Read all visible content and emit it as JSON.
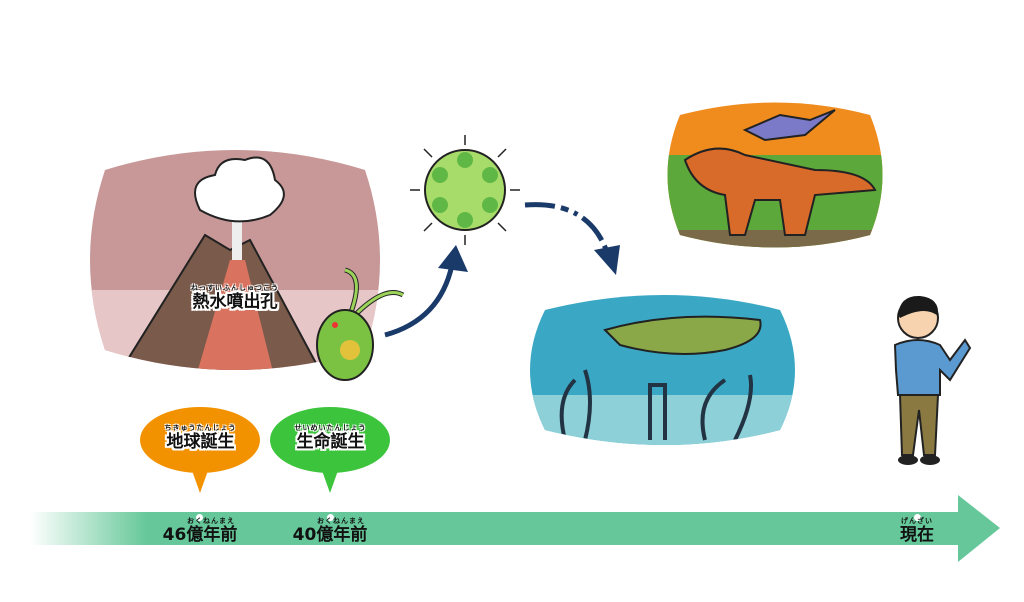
{
  "title": "生命の誕生と進化の年表",
  "volcano": {
    "label": "熱水噴出孔",
    "ruby": "ねっすいふんしゅつこう"
  },
  "bubbles": [
    {
      "label": "地球誕生",
      "ruby": "ちきゅうたんじょう",
      "color": "#f39200"
    },
    {
      "label": "生命誕生",
      "ruby": "せいめいたんじょう",
      "color": "#3cc43c"
    }
  ],
  "timeline": {
    "color": "#66c89a",
    "marks": [
      {
        "label": "46億年前",
        "ruby": "おくねんまえ"
      },
      {
        "label": "40億年前",
        "ruby": "おくねんまえ"
      },
      {
        "label": "現在",
        "ruby": "げんざい"
      }
    ]
  }
}
